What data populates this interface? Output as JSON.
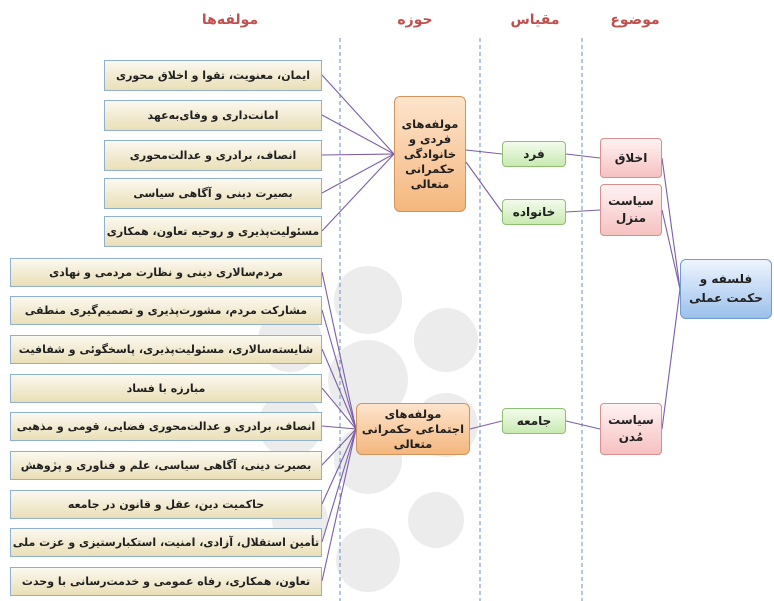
{
  "headers": {
    "components": "مولفه‌ها",
    "domain": "حوزه",
    "scale": "مقیاس",
    "subject": "موضوع"
  },
  "root": "فلسفه و حکمت عملی",
  "subjects": [
    "اخلاق",
    "سیاست منزل",
    "سیاست مُدن"
  ],
  "scales": [
    "فرد",
    "خانواده",
    "جامعه"
  ],
  "domains": [
    "مولفه‌های فردی و خانوادگی حکمرانی متعالی",
    "مولفه‌های اجتماعی حکمرانی متعالی"
  ],
  "individual_components": [
    "ایمان، معنویت، تقوا و اخلاق محوری",
    "امانت‌داری و وفای‌به‌عهد",
    "انصاف، برادری و عدالت‌محوری",
    "بصیرت دینی و آگاهی سیاسی",
    "مسئولیت‌پذیری و روحیه تعاون، همکاری"
  ],
  "social_components": [
    "مردم‌سالاری دینی و نظارت مردمی و نهادی",
    "مشارکت مردم، مشورت‌پذیری و تصمیم‌گیری منطقی",
    "شایسته‌سالاری، مسئولیت‌پذیری، پاسخگوئی و شفافیت",
    "مبارزه با فساد",
    "انصاف، برادری و عدالت‌محوری فضایی، قومی و مذهبی",
    "بصیرت دینی، آگاهی سیاسی، علم و فناوری و پژوهش",
    "حاکمیت دین، عقل و قانون در جامعه",
    "تأمین استقلال، آزادی، امنیت، استکبارستیزی و عزت ملی",
    "تعاون، همکاری، رفاه عمومی و خدمت‌رسانی با وحدت"
  ],
  "colors": {
    "header_text": "#c0504d",
    "connector": "#7b5ea7",
    "divider": "#6b8fbf"
  }
}
